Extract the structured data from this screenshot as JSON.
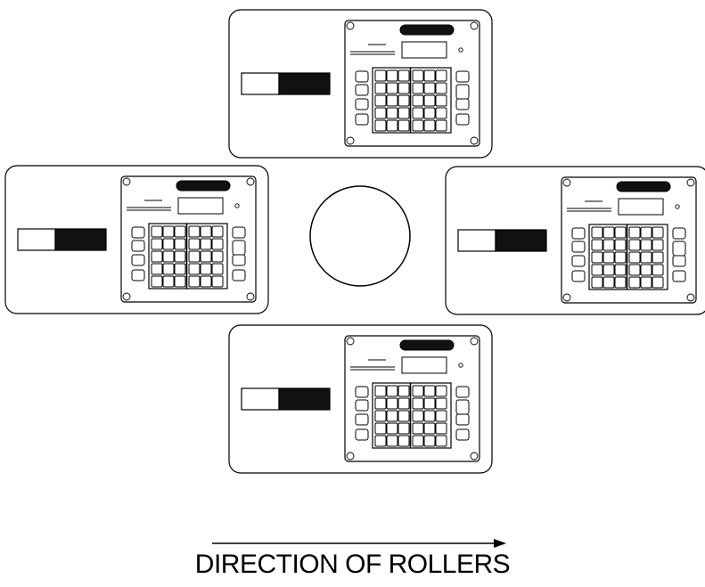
{
  "caption": "DIRECTION OF ROLLERS",
  "colors": {
    "stroke": "#000000",
    "fill": "#ffffff",
    "ink": "#111111"
  },
  "panels": [
    {
      "id": "top",
      "position": "top"
    },
    {
      "id": "left",
      "position": "left"
    },
    {
      "id": "right",
      "position": "right"
    },
    {
      "id": "bottom",
      "position": "bottom"
    }
  ],
  "center": {
    "shape": "circle"
  },
  "arrow": {
    "direction": "right"
  }
}
